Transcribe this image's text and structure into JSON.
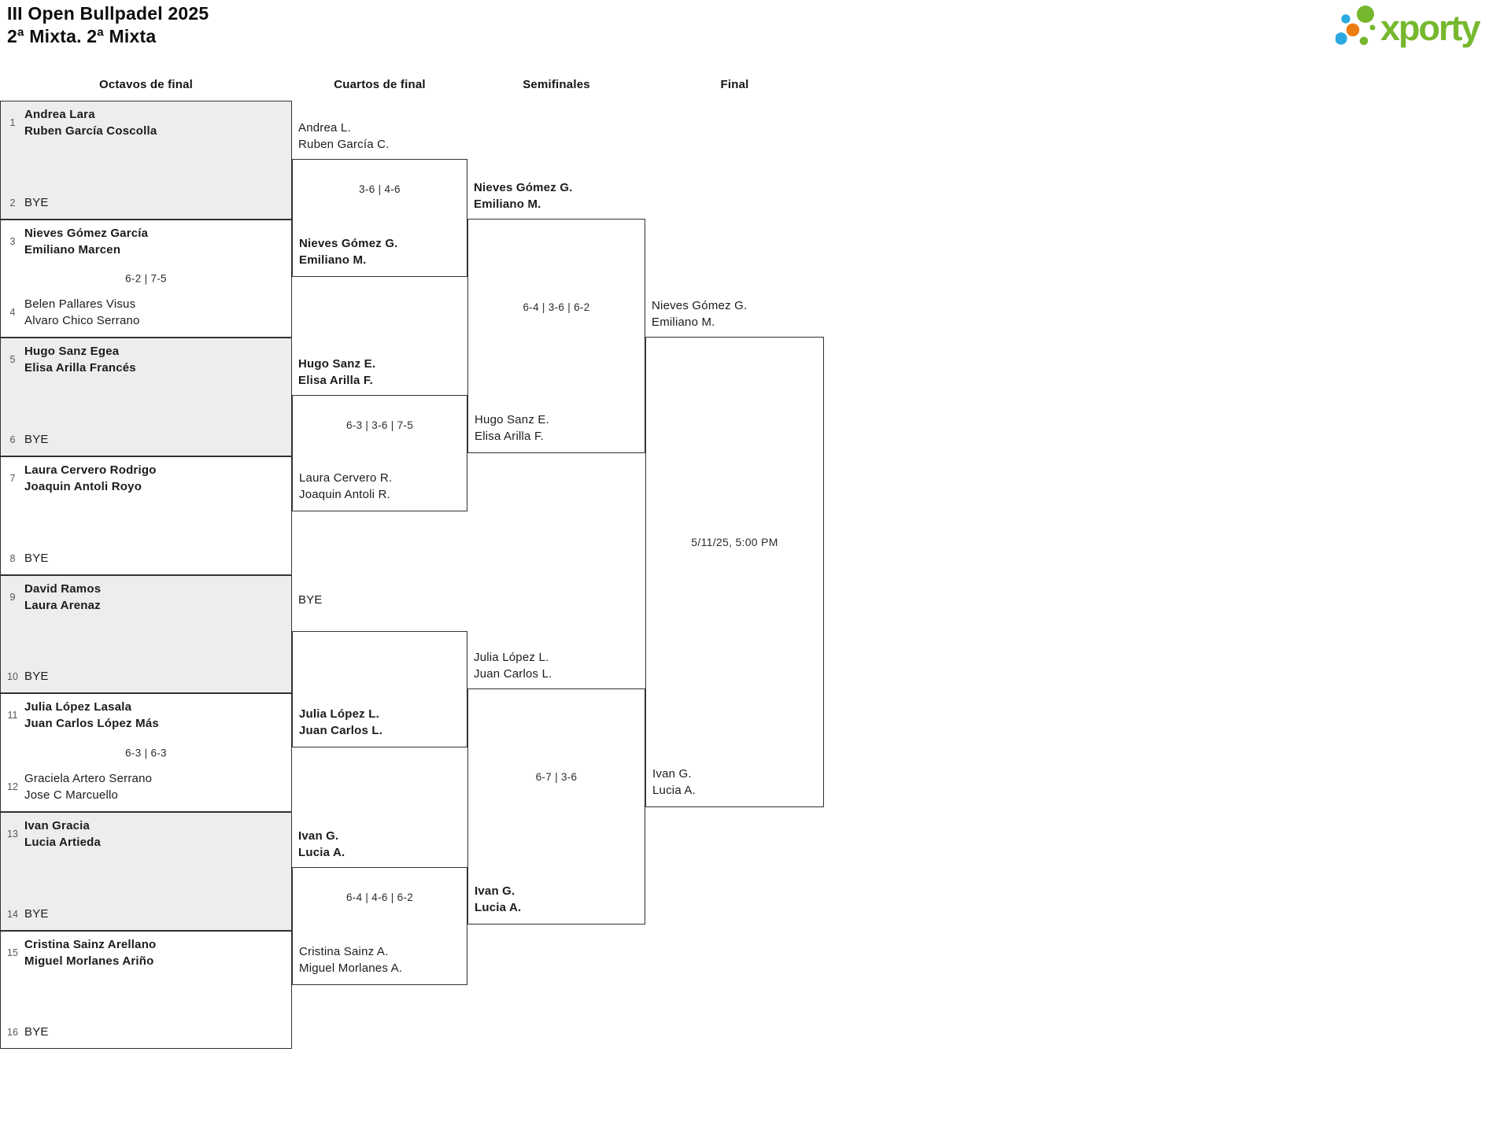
{
  "header": {
    "title": "III Open Bullpadel 2025",
    "subtitle": "2ª Mixta. 2ª Mixta"
  },
  "logo": {
    "brand": "xporty",
    "green": "#76b82e",
    "blue": "#2da9e1",
    "orange": "#ee7d11"
  },
  "columns": [
    "Octavos de final",
    "Cuartos de final",
    "Semifinales",
    "Final"
  ],
  "bracket": {
    "r16": [
      {
        "seed1": "1",
        "team1": "Andrea Lara\nRuben García Coscolla",
        "score": "",
        "seed2": "2",
        "team2": "BYE"
      },
      {
        "seed1": "3",
        "team1": "Nieves Gómez García\nEmiliano Marcen",
        "score": "6-2 | 7-5",
        "seed2": "4",
        "team2": "Belen Pallares Visus\nAlvaro Chico Serrano"
      },
      {
        "seed1": "5",
        "team1": "Hugo Sanz Egea\nElisa Arilla Francés",
        "score": "",
        "seed2": "6",
        "team2": "BYE"
      },
      {
        "seed1": "7",
        "team1": "Laura Cervero Rodrigo\nJoaquin Antoli Royo",
        "score": "",
        "seed2": "8",
        "team2": "BYE"
      },
      {
        "seed1": "9",
        "team1": "David Ramos\nLaura Arenaz",
        "score": "",
        "seed2": "10",
        "team2": "BYE"
      },
      {
        "seed1": "11",
        "team1": "Julia López Lasala\nJuan Carlos López Más",
        "score": "6-3 | 6-3",
        "seed2": "12",
        "team2": "Graciela Artero Serrano\nJose C Marcuello"
      },
      {
        "seed1": "13",
        "team1": "Ivan Gracia\nLucia Artieda",
        "score": "",
        "seed2": "14",
        "team2": "BYE"
      },
      {
        "seed1": "15",
        "team1": "Cristina Sainz Arellano\nMiguel Morlanes Ariño",
        "score": "",
        "seed2": "16",
        "team2": "BYE"
      }
    ],
    "qf": [
      {
        "top": "Andrea L.\nRuben García C.",
        "score": "3-6 | 4-6",
        "bottom": "Nieves Gómez G.\nEmiliano M."
      },
      {
        "top": "Hugo Sanz E.\nElisa Arilla F.",
        "score": "6-3 | 3-6 | 7-5",
        "bottom": "Laura Cervero R.\nJoaquin Antoli R."
      },
      {
        "top": "BYE",
        "score": "",
        "bottom": "Julia López L.\nJuan Carlos L."
      },
      {
        "top": "Ivan G.\nLucia A.",
        "score": "6-4 | 4-6 | 6-2",
        "bottom": "Cristina Sainz A.\nMiguel Morlanes A."
      }
    ],
    "sf": [
      {
        "top": "Nieves Gómez G.\nEmiliano M.",
        "score": "6-4 | 3-6 | 6-2",
        "bottom": "Hugo Sanz E.\nElisa Arilla F."
      },
      {
        "top": "Julia López L.\nJuan Carlos L.",
        "score": "6-7 | 3-6",
        "bottom": "Ivan G.\nLucia A."
      }
    ],
    "final": {
      "top": "Nieves Gómez G.\nEmiliano M.",
      "schedule": "5/11/25, 5:00 PM",
      "bottom": "Ivan G.\nLucia A."
    }
  }
}
